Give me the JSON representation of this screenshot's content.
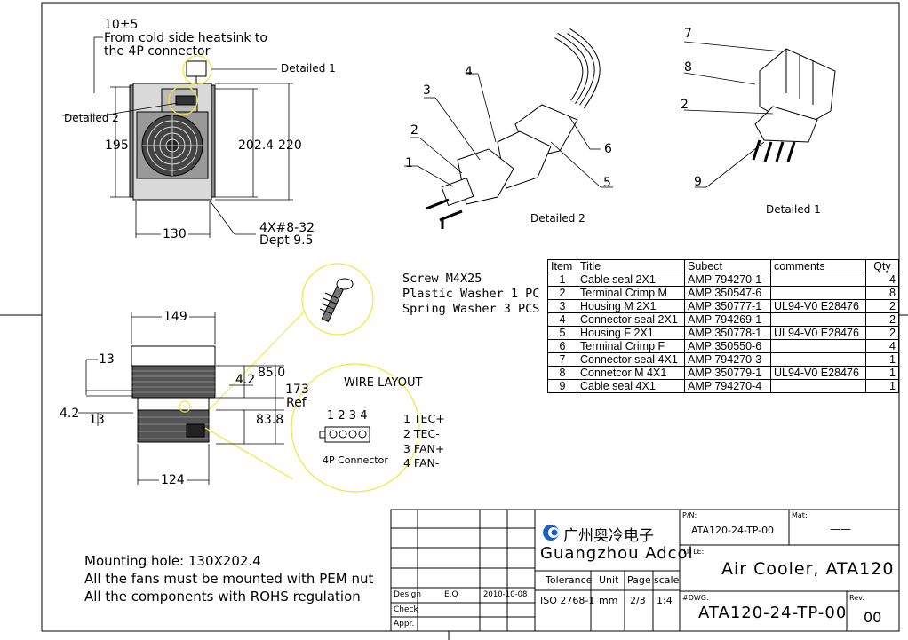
{
  "top_view": {
    "note_line1": "10±5",
    "note_line2": "From cold side heatsink to",
    "note_line3": "the 4P connector",
    "detail1_label": "Detailed 1",
    "detail2_label": "Detailed 2",
    "dim_195": "195",
    "dim_2024": "202.4",
    "dim_220": "220",
    "dim_130": "130",
    "hole_line1": "4X#8-32",
    "hole_line2": "Dept 9.5"
  },
  "connector_detail2": {
    "callouts": [
      "1",
      "2",
      "3",
      "4",
      "5",
      "6"
    ],
    "caption": "Detailed 2"
  },
  "connector_detail1": {
    "callouts": [
      "7",
      "8",
      "2",
      "9"
    ],
    "caption": "Detailed 1"
  },
  "screw_note": {
    "line1": "Screw M4X25",
    "line2": "Plastic Washer 1 PC",
    "line3": "Spring Washer 3 PCS"
  },
  "side_view": {
    "dim_149": "149",
    "dim_13a": "13",
    "dim_42a": "4.2",
    "dim_850": "85.0",
    "dim_173": "173",
    "dim_ref": "Ref",
    "dim_838": "83.8",
    "dim_42b": "4.2",
    "dim_13b": "13",
    "dim_124": "124"
  },
  "wire_layout": {
    "title": "WIRE LAYOUT",
    "pins": "1 2 3 4",
    "connector_label": "4P Connector",
    "wires": [
      "1 TEC+",
      "2 TEC-",
      "3 FAN+",
      "4 FAN-"
    ]
  },
  "bom": {
    "headers": [
      "Item",
      "Title",
      "Subect",
      "comments",
      "Qty"
    ],
    "rows": [
      [
        "1",
        "Cable seal 2X1",
        "AMP 794270-1",
        "",
        "4"
      ],
      [
        "2",
        "Terminal Crimp M",
        "AMP 350547-6",
        "",
        "8"
      ],
      [
        "3",
        "Housing M 2X1",
        "AMP 350777-1",
        "UL94-V0 E28476",
        "2"
      ],
      [
        "4",
        "Connector seal 2X1",
        "AMP 794269-1",
        "",
        "2"
      ],
      [
        "5",
        "Housing F 2X1",
        "AMP 350778-1",
        "UL94-V0 E28476",
        "2"
      ],
      [
        "6",
        "Terminal Crimp F",
        "AMP 350550-6",
        "",
        "4"
      ],
      [
        "7",
        "Connector seal 4X1",
        "AMP 794270-3",
        "",
        "1"
      ],
      [
        "8",
        "Connetcor M 4X1",
        "AMP 350779-1",
        "UL94-V0 E28476",
        "1"
      ],
      [
        "9",
        "Cable seal 4X1",
        "AMP 794270-4",
        "",
        "1"
      ]
    ]
  },
  "notes": {
    "line1": "Mounting hole: 130X202.4",
    "line2": "All the fans must be mounted with PEM nut",
    "line3": "All the components with ROHS regulation"
  },
  "title_block": {
    "company_cn": "广州奥冷电子",
    "company_en": "Guangzhou Adcol",
    "pn_label": "P/N:",
    "pn_value": "ATA120-24-TP-00",
    "mat_label": "Mat:",
    "mat_value": "——",
    "title_label": "TITLE:",
    "title_value": "Air Cooler, ATA120",
    "dwg_label": "#DWG:",
    "dwg_value": "ATA120-24-TP-00",
    "rev_label": "Rev:",
    "rev_value": "00",
    "tolerance_label": "Tolerance",
    "tolerance_value": "ISO 2768-1",
    "unit_label": "Unit",
    "unit_value": "mm",
    "page_label": "Page",
    "page_value": "2/3",
    "scale_label": "scale",
    "scale_value": "1:4",
    "design_label": "Design",
    "design_value": "E.Q",
    "design_date": "2010-10-08",
    "check_label": "Check",
    "appr_label": "Appr."
  },
  "colors": {
    "line": "#000000",
    "highlight": "#f0e63c",
    "logo_blue": "#1f5fbf",
    "drawing_fill": "#5a5a5a"
  }
}
